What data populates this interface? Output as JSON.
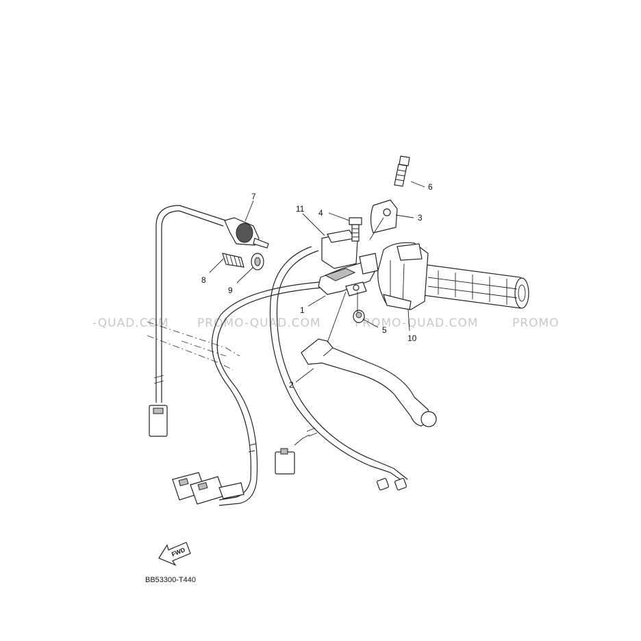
{
  "watermarks": [
    "-QUAD.COM",
    "PROMO-QUAD.COM",
    "PROMO-QUAD.COM",
    "PROMO"
  ],
  "callouts": {
    "c1": "1",
    "c2": "2",
    "c3": "3",
    "c4": "4",
    "c5": "5",
    "c6": "6",
    "c7": "7",
    "c8": "8",
    "c9": "9",
    "c10": "10",
    "c11": "11"
  },
  "fwd_label": "FWD",
  "diagram_code": "BB53300-T440"
}
